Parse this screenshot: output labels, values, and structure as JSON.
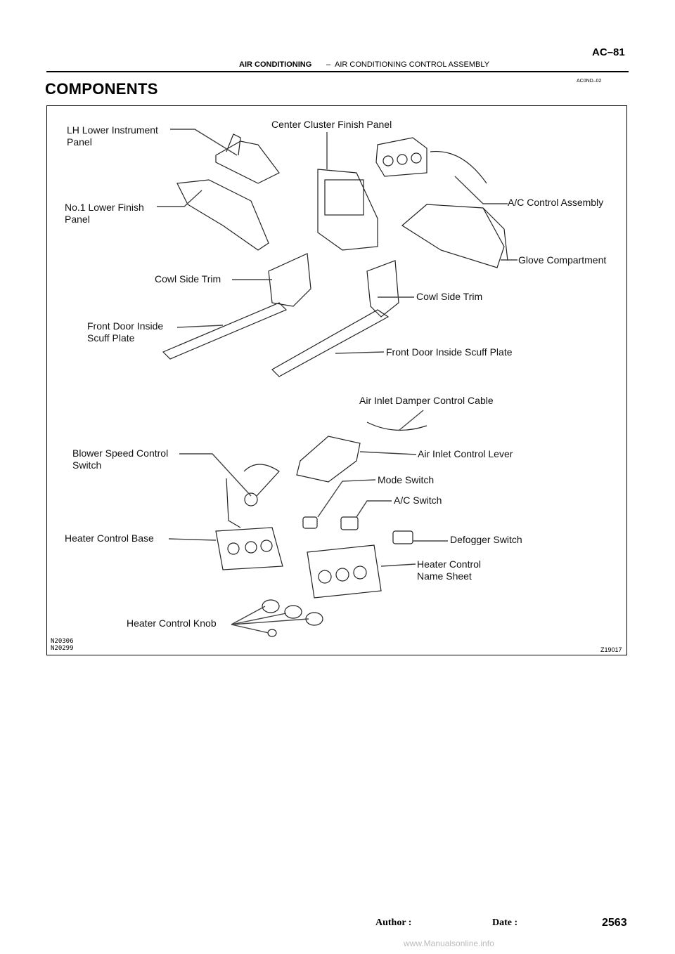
{
  "header": {
    "page_code": "AC–81",
    "section": "AIR CONDITIONING",
    "dash": "–",
    "subsection": "AIR CONDITIONING CONTROL ASSEMBLY",
    "doc_code": "AC0ND–02"
  },
  "title": "COMPONENTS",
  "diagram": {
    "labels": {
      "lh_lower_panel": "LH Lower Instrument\nPanel",
      "center_cluster": "Center Cluster Finish Panel",
      "ac_control_assembly": "A/C Control Assembly",
      "no1_lower_finish": "No.1 Lower Finish\nPanel",
      "glove_compartment": "Glove Compartment",
      "cowl_side_trim_left": "Cowl Side Trim",
      "cowl_side_trim_right": "Cowl Side Trim",
      "scuff_plate_left": "Front Door Inside\nScuff Plate",
      "scuff_plate_right": "Front Door Inside Scuff Plate",
      "air_inlet_cable": "Air Inlet Damper Control Cable",
      "blower_switch": "Blower Speed Control\nSwitch",
      "air_inlet_lever": "Air Inlet Control Lever",
      "mode_switch": "Mode Switch",
      "ac_switch": "A/C Switch",
      "heater_base": "Heater Control Base",
      "defogger_switch": "Defogger Switch",
      "heater_name_sheet": "Heater Control\nName Sheet",
      "heater_knob": "Heater Control Knob"
    },
    "figure_code": "Z19017",
    "ref_codes": "N20306\nN20299"
  },
  "footer": {
    "author_label": "Author :",
    "date_label": "Date :",
    "page_number": "2563",
    "watermark": "www.Manualsonline.info"
  }
}
